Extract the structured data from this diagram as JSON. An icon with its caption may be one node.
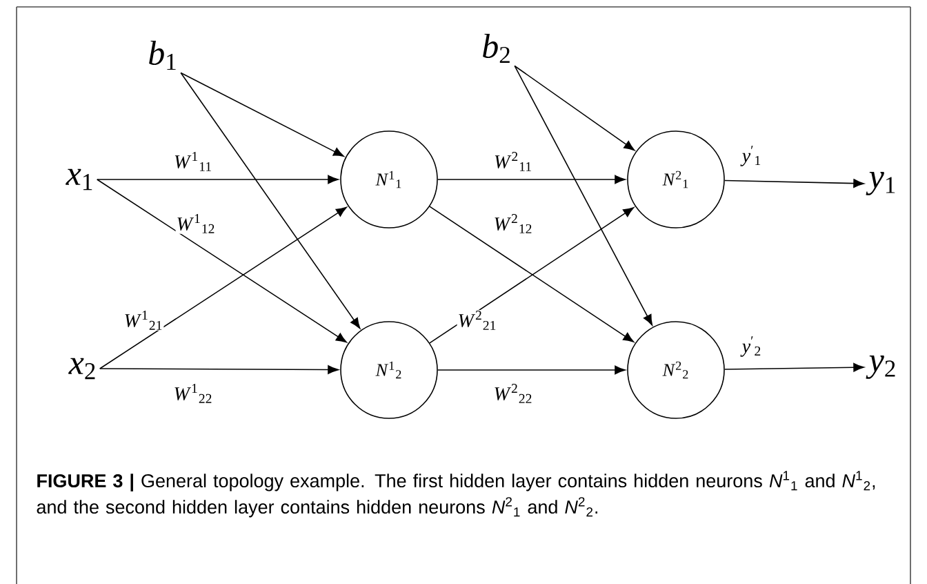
{
  "diagram": {
    "caption": "**FIGURE 3 |** General topology example. The first hidden layer contains hidden neurons *N*$^{1}$$_{1}$ and *N*$^{1}$$_{2}$, and the second hidden layer contains hidden neurons *N*$^{2}$$_{1}$ and *N*$^{2}$$_{2}$.",
    "nodes": [
      {
        "text": [
          "*b*$_{1}$"
        ]
      },
      {
        "text": [
          "*x*$_{1}$"
        ]
      },
      {
        "text": [
          "*x*$_{2}$"
        ]
      },
      {
        "text": [
          "*N*$^{1}$$_{1}$"
        ]
      },
      {
        "text": [
          "*N*$^{1}$$_{2}$"
        ]
      },
      {
        "text": [
          "*b*$_{2}$"
        ]
      },
      {
        "text": [
          "*N*$^{2}$$_{1}$"
        ]
      },
      {
        "text": [
          "*N*$^{2}$$_{2}$"
        ]
      },
      {
        "text": [
          "*y*$_{1}$"
        ]
      },
      {
        "text": [
          "*y*$_{2}$"
        ]
      }
    ],
    "edges": [
      {
        "from": 0,
        "to": 3,
        "arrow": "to"
      },
      {
        "from": 0,
        "to": 4,
        "arrow": "to"
      },
      {
        "from": 1,
        "to": 3,
        "arrow": "to",
        "label": "*W*$^{1}$$_{11}$"
      },
      {
        "from": 1,
        "to": 4,
        "arrow": "to",
        "label": "*W*$^{1}$$_{12}$"
      },
      {
        "from": 2,
        "to": 3,
        "arrow": "to",
        "label": "*W*$^{1}$$_{21}$"
      },
      {
        "from": 2,
        "to": 4,
        "arrow": "to",
        "label": "*W*$^{1}$$_{22}$"
      },
      {
        "from": 3,
        "to": 6,
        "arrow": "to",
        "label": "*W*$^{2}$$_{11}$"
      },
      {
        "from": 3,
        "to": 7,
        "arrow": "to",
        "label": "*W*$^{2}$$_{12}$"
      },
      {
        "from": 4,
        "to": 6,
        "arrow": "to",
        "label": "*W*$^{2}$$_{21}$"
      },
      {
        "from": 4,
        "to": 7,
        "arrow": "to",
        "label": "*W*$^{2}$$_{22}$"
      },
      {
        "from": 5,
        "to": 6,
        "arrow": "to"
      },
      {
        "from": 5,
        "to": 7,
        "arrow": "to"
      },
      {
        "from": 6,
        "to": 8,
        "arrow": "to",
        "label": "*y*$^{′}$$_{1}$"
      },
      {
        "from": 7,
        "to": 9,
        "arrow": "to",
        "label": "*y*$^{′}$$_{2}$"
      }
    ]
  }
}
